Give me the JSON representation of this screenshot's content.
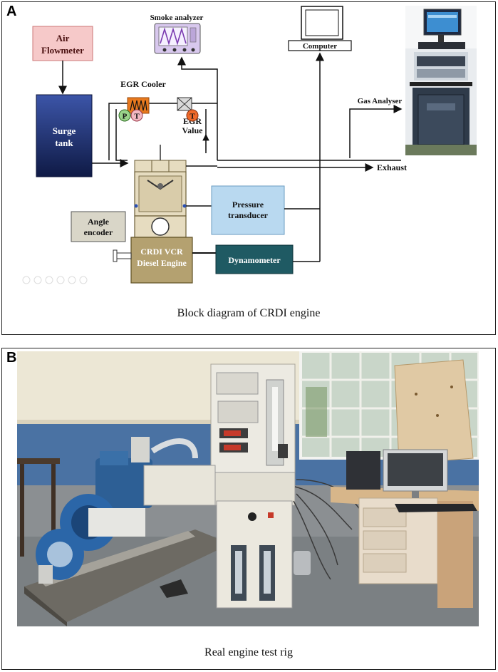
{
  "panel_a": {
    "letter": "A",
    "caption": "Block diagram of CRDI engine",
    "labels": {
      "air_flowmeter_1": "Air",
      "air_flowmeter_2": "Flowmeter",
      "surge_tank_1": "Surge",
      "surge_tank_2": "tank",
      "smoke_analyzer": "Smoke analyzer",
      "computer": "Computer",
      "egr_cooler": "EGR Cooler",
      "egr_value_1": "EGR",
      "egr_value_2": "Value",
      "gas_analyser": "Gas Analyser",
      "exhaust": "Exhaust",
      "pressure_transducer_1": "Pressure",
      "pressure_transducer_2": "transducer",
      "angle_encoder_1": "Angle",
      "angle_encoder_2": "encoder",
      "engine_1": "CRDI VCR",
      "engine_2": "Diesel Engine",
      "dynamometer": "Dynamometer",
      "sensor_p": "P",
      "sensor_t1": "T",
      "sensor_t2": "T"
    },
    "colors": {
      "air_flowmeter": "#f6c9c9",
      "surge_tank": "#1d2d6b",
      "egr_cooler": "#e8791e",
      "pressure_transducer": "#b9d9f0",
      "engine": "#c4b68a",
      "dynamometer": "#1f5a63",
      "angle_encoder": "#d9d6c8",
      "smoke_analyzer": "#d8c8ee"
    }
  },
  "panel_b": {
    "letter": "B",
    "caption": "Real engine test rig"
  }
}
